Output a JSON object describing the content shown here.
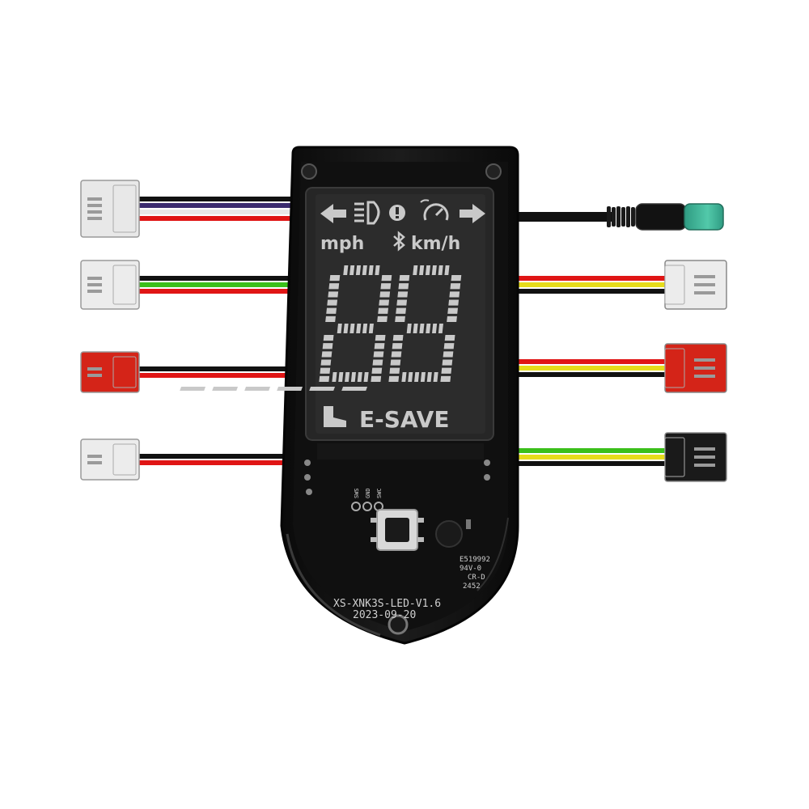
{
  "product": {
    "type": "electric scooter dashboard / LCD display board with wiring harness"
  },
  "display": {
    "unit_left": "mph",
    "unit_right": "km/h",
    "speed_digits": "88",
    "mode_label": "E-SAVE",
    "icons": [
      "arrow-left-icon",
      "headlight-icon",
      "warning-icon",
      "speedometer-icon",
      "arrow-right-icon",
      "bluetooth-icon",
      "boot-icon"
    ],
    "lcd_color": "#2a2a2a",
    "segment_color": "#c9c9c9"
  },
  "pcb": {
    "board_model": "XS-XNK3S-LED-V1.6",
    "board_date": "2023-09-20",
    "cert_line1": "E519992",
    "cert_line2": "94V-0",
    "cert_line3": "CR-D",
    "cert_line4": "2452",
    "pad_labels": [
      "SWS",
      "GND",
      "SWC"
    ]
  },
  "connectors": {
    "left": [
      {
        "color": "#e8e8e8",
        "wires": [
          "#111111",
          "#3a2a6e",
          "#e8e8e8",
          "#e01515"
        ]
      },
      {
        "color": "#ececec",
        "wires": [
          "#111111",
          "#3bbf1a",
          "#e01515"
        ]
      },
      {
        "color": "#d42418",
        "wires": [
          "#111111",
          "#e01515"
        ]
      },
      {
        "color": "#ececec",
        "wires": [
          "#111111",
          "#e01515"
        ]
      }
    ],
    "right": [
      {
        "color": "#111111",
        "wires": [
          "#111111"
        ],
        "tip_color": "#3bb89a"
      },
      {
        "color": "#ececec",
        "wires": [
          "#e01515",
          "#e6dc1a",
          "#111111"
        ]
      },
      {
        "color": "#d42418",
        "wires": [
          "#e01515",
          "#e6dc1a",
          "#111111"
        ]
      },
      {
        "color": "#1a1a1a",
        "wires": [
          "#3bbf1a",
          "#e6dc1a",
          "#111111"
        ]
      }
    ]
  }
}
